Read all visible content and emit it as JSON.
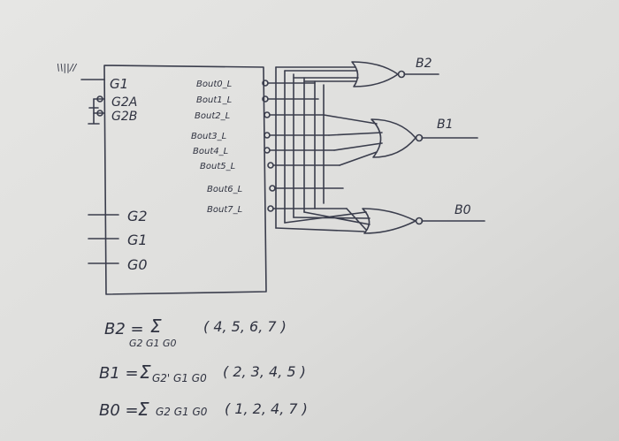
{
  "decoder": {
    "top_mark": "\\\\||//",
    "enable_inputs": [
      "G1",
      "G2A",
      "G2B"
    ],
    "select_inputs": [
      "G2",
      "G1",
      "G0"
    ],
    "outputs": [
      "Bout0_L",
      "Bout1_L",
      "Bout2_L",
      "Bout3_L",
      "Bout4_L",
      "Bout5_L",
      "Bout6_L",
      "Bout7_L"
    ]
  },
  "gate_outputs": {
    "b2": "B2",
    "b1": "B1",
    "b0": "B0"
  },
  "equations": {
    "b2": {
      "lhs": "B2 =",
      "sigma": "Σ",
      "sub": "G2 G1 G0",
      "terms": "( 4, 5, 6, 7 )"
    },
    "b1": {
      "lhs": "B1 =",
      "sigma": "Σ",
      "sub": "G2' G1 G0",
      "terms": "( 2, 3, 4, 5 )"
    },
    "b0": {
      "lhs": "B0 =",
      "sigma": "Σ",
      "sub": "G2 G1 G0",
      "terms": "( 1, 2, 4, 7 )"
    }
  }
}
